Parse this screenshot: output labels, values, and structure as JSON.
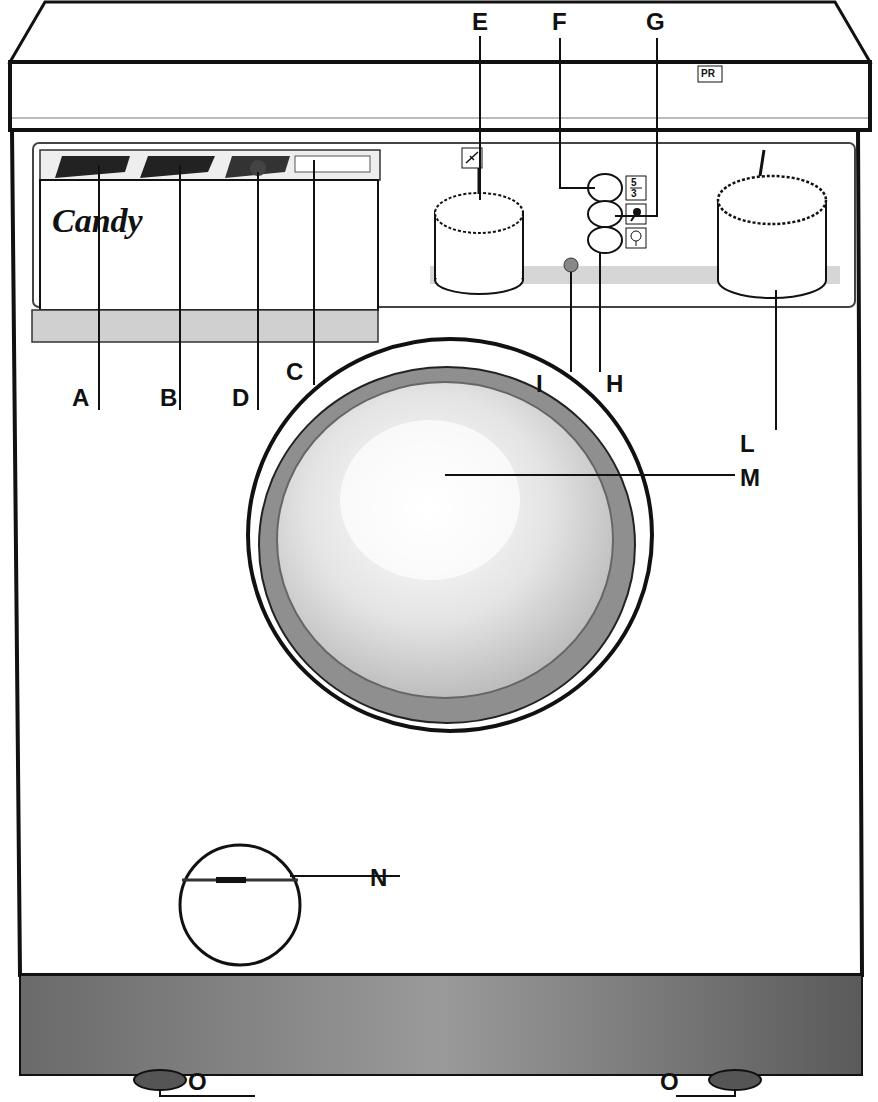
{
  "diagram": {
    "labels": [
      "Candy",
      "PR",
      "5",
      "3",
      "E",
      "F",
      "G",
      "A",
      "B",
      "D",
      "C",
      "I",
      "H",
      "L",
      "M",
      "N",
      "O",
      "O"
    ]
  }
}
